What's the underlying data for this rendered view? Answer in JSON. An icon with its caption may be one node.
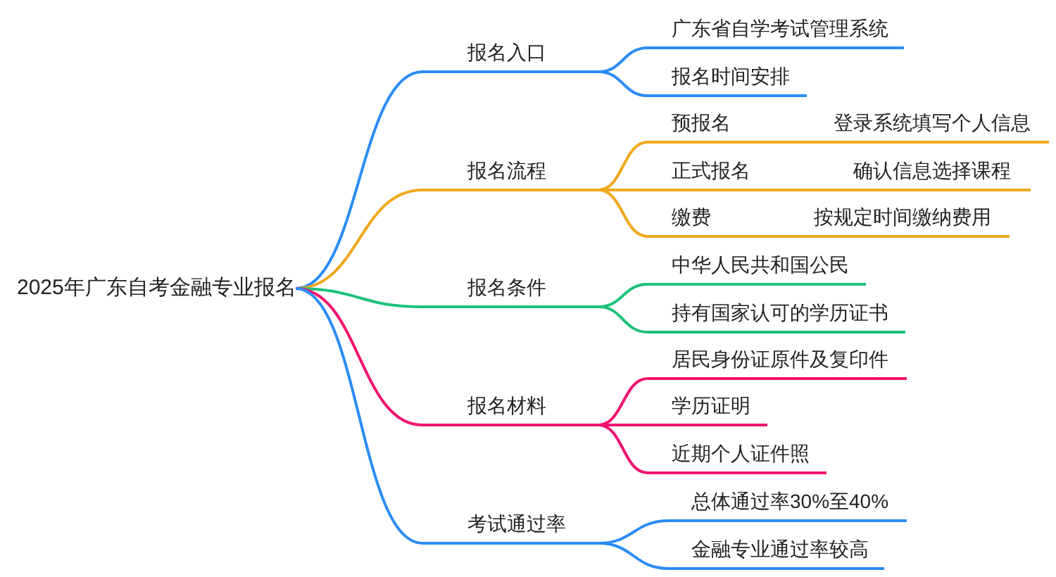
{
  "diagram": {
    "nodes": [
      {
        "text": [
          "2025年广东自考金融专业报名"
        ]
      },
      {
        "text": [
          "报名入口"
        ]
      },
      {
        "text": [
          "广东省自学考试管理系统"
        ]
      },
      {
        "text": [
          "报名时间安排"
        ]
      },
      {
        "text": [
          "报名流程"
        ]
      },
      {
        "text": [
          "预报名",
          "登录系统填写个人信息"
        ]
      },
      {
        "text": [
          "正式报名",
          "确认信息选择课程"
        ]
      },
      {
        "text": [
          "缴费",
          "按规定时间缴纳费用"
        ]
      },
      {
        "text": [
          "报名条件"
        ]
      },
      {
        "text": [
          "中华人民共和国公民"
        ]
      },
      {
        "text": [
          "持有国家认可的学历证书"
        ]
      },
      {
        "text": [
          "报名材料"
        ]
      },
      {
        "text": [
          "居民身份证原件及复印件"
        ]
      },
      {
        "text": [
          "学历证明"
        ]
      },
      {
        "text": [
          "近期个人证件照"
        ]
      },
      {
        "text": [
          "考试通过率"
        ]
      },
      {
        "text": [
          "总体通过率30%至40%"
        ]
      },
      {
        "text": [
          "金融专业通过率较高"
        ]
      }
    ],
    "edges": [
      {
        "from": 0,
        "to": 1,
        "arrow": "none"
      },
      {
        "from": 1,
        "to": 2,
        "arrow": "none"
      },
      {
        "from": 1,
        "to": 3,
        "arrow": "none"
      },
      {
        "from": 0,
        "to": 4,
        "arrow": "none",
        "color": "#f0a81c"
      },
      {
        "from": 4,
        "to": 5,
        "arrow": "none",
        "color": "#f0a81c"
      },
      {
        "from": 4,
        "to": 6,
        "arrow": "none",
        "color": "#f0a81c"
      },
      {
        "from": 4,
        "to": 7,
        "arrow": "none",
        "color": "#f0a81c"
      },
      {
        "from": 0,
        "to": 8,
        "arrow": "none",
        "color": "#1ec27a"
      },
      {
        "from": 8,
        "to": 9,
        "arrow": "none",
        "color": "#1ec27a"
      },
      {
        "from": 8,
        "to": 10,
        "arrow": "none",
        "color": "#1ec27a"
      },
      {
        "from": 0,
        "to": 11,
        "arrow": "none",
        "color": "#f0126e"
      },
      {
        "from": 11,
        "to": 12,
        "arrow": "none",
        "color": "#f0126e"
      },
      {
        "from": 11,
        "to": 13,
        "arrow": "none",
        "color": "#f0126e"
      },
      {
        "from": 11,
        "to": 14,
        "arrow": "none",
        "color": "#f0126e"
      },
      {
        "from": 0,
        "to": 15,
        "arrow": "none"
      },
      {
        "from": 15,
        "to": 16,
        "arrow": "none"
      },
      {
        "from": 15,
        "to": 17,
        "arrow": "none"
      }
    ]
  }
}
